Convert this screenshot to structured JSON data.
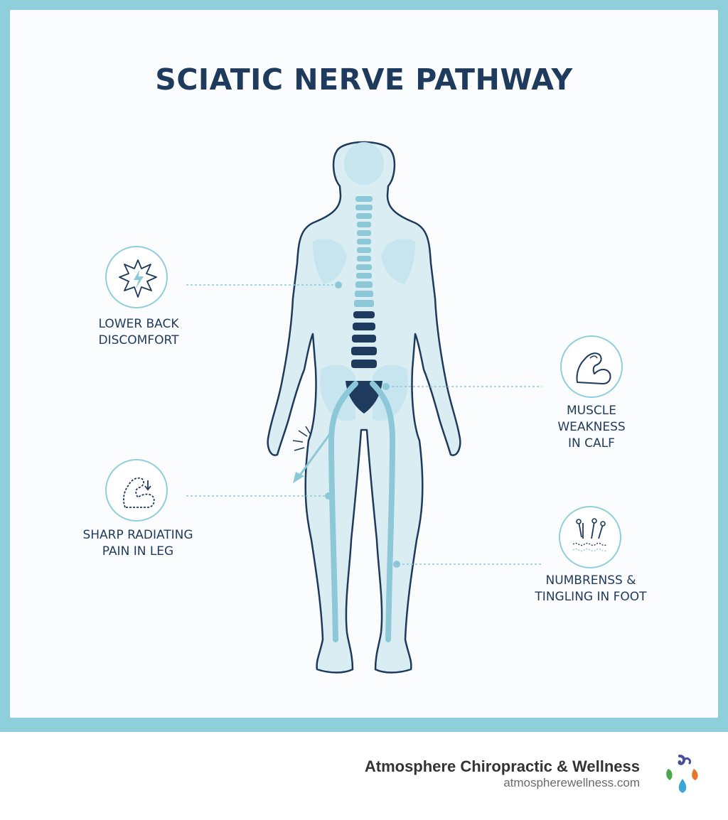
{
  "title": "SCIATIC NERVE PATHWAY",
  "symptoms": {
    "lower_back": "LOWER BACK\nDISCOMFORT",
    "sharp_pain": "SHARP RADIATING\nPAIN IN LEG",
    "muscle_weakness": "MUSCLE\nWEAKNESS\nIN CALF",
    "numbness": "NUMBRENSS &\nTINGLING IN FOOT"
  },
  "footer": {
    "company": "Atmosphere Chiropractic & Wellness",
    "website": "atmospherewellness.com"
  },
  "colors": {
    "navy": "#1e3a5c",
    "accent": "#8fcfdc",
    "nerve": "#8cc8d8",
    "body_fill": "#d9edf3"
  },
  "icons": {
    "lower_back": "pain-burst-icon",
    "sharp_pain": "arm-radiating-icon",
    "muscle_weakness": "flexed-arm-icon",
    "numbness": "needles-tingling-icon"
  }
}
